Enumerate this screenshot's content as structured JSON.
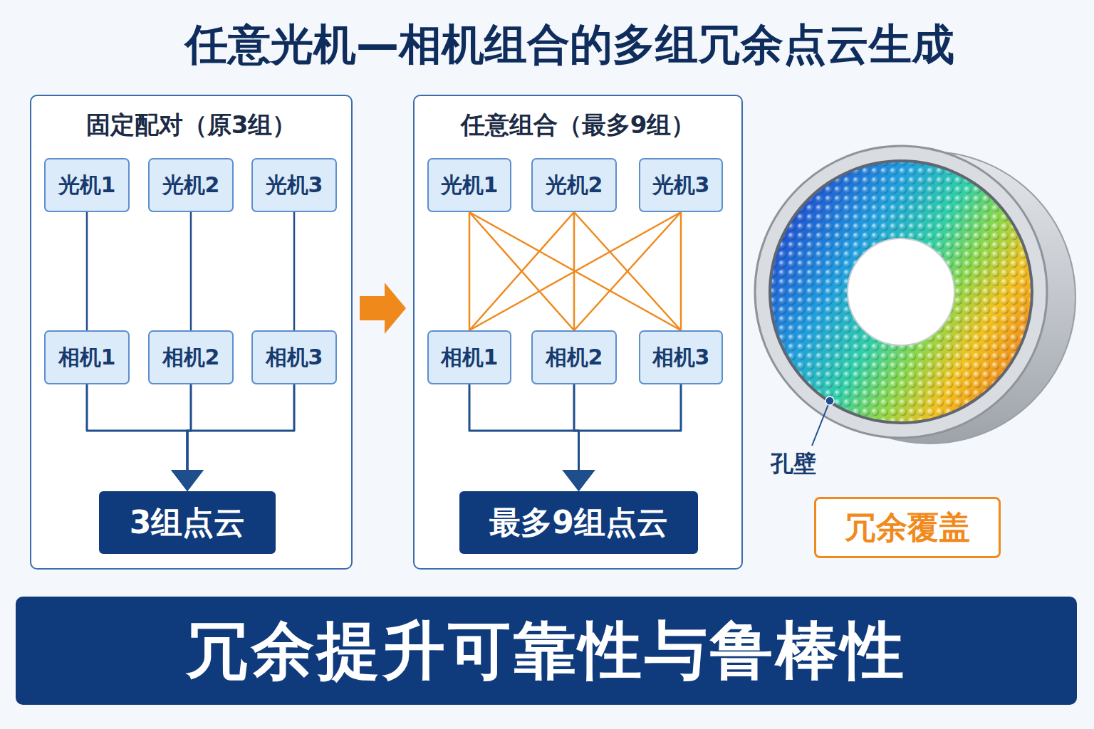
{
  "diagram": {
    "title": "任意光机—相机组合的多组冗余点云生成",
    "nodes": [
      {
        "text": [
          "固定配对（原3组）"
        ]
      },
      {
        "text": [
          "光机1"
        ],
        "in": 0
      },
      {
        "text": [
          "光机2"
        ],
        "in": 0
      },
      {
        "text": [
          "光机3"
        ],
        "in": 0
      },
      {
        "text": [
          "相机1"
        ],
        "in": 0
      },
      {
        "text": [
          "相机2"
        ],
        "in": 0
      },
      {
        "text": [
          "相机3"
        ],
        "in": 0
      },
      {
        "text": [
          "3组点云"
        ],
        "in": 0
      },
      {
        "text": [
          "任意组合（最多9组）"
        ]
      },
      {
        "text": [
          "光机1"
        ],
        "in": 8
      },
      {
        "text": [
          "光机2"
        ],
        "in": 8
      },
      {
        "text": [
          "光机3"
        ],
        "in": 8
      },
      {
        "text": [
          "相机1"
        ],
        "in": 8
      },
      {
        "text": [
          "相机2"
        ],
        "in": 8
      },
      {
        "text": [
          "相机3"
        ],
        "in": 8
      },
      {
        "text": [
          "最多9组点云"
        ],
        "in": 8
      },
      {
        "text": [
          "冗余覆盖"
        ]
      },
      {
        "text": [
          "冗余提升可靠性与鲁棒性"
        ]
      }
    ],
    "edges": [
      {
        "from": 1,
        "to": 4,
        "arrow": "none"
      },
      {
        "from": 2,
        "to": 5,
        "arrow": "none"
      },
      {
        "from": 3,
        "to": 6,
        "arrow": "none"
      },
      {
        "from": 4,
        "to": 7,
        "arrow": "to"
      },
      {
        "from": 5,
        "to": 7,
        "arrow": "to"
      },
      {
        "from": 6,
        "to": 7,
        "arrow": "to"
      },
      {
        "from": 0,
        "to": 8,
        "arrow": "to"
      },
      {
        "from": 9,
        "to": 12,
        "arrow": "none"
      },
      {
        "from": 9,
        "to": 13,
        "arrow": "none"
      },
      {
        "from": 9,
        "to": 14,
        "arrow": "none"
      },
      {
        "from": 10,
        "to": 12,
        "arrow": "none"
      },
      {
        "from": 10,
        "to": 13,
        "arrow": "none"
      },
      {
        "from": 10,
        "to": 14,
        "arrow": "none"
      },
      {
        "from": 11,
        "to": 12,
        "arrow": "none"
      },
      {
        "from": 11,
        "to": 13,
        "arrow": "none"
      },
      {
        "from": 11,
        "to": 14,
        "arrow": "none"
      },
      {
        "from": 12,
        "to": 15,
        "arrow": "to"
      },
      {
        "from": 13,
        "to": 15,
        "arrow": "to"
      },
      {
        "from": 14,
        "to": 15,
        "arrow": "to"
      }
    ],
    "labels": [
      "孔壁"
    ]
  }
}
